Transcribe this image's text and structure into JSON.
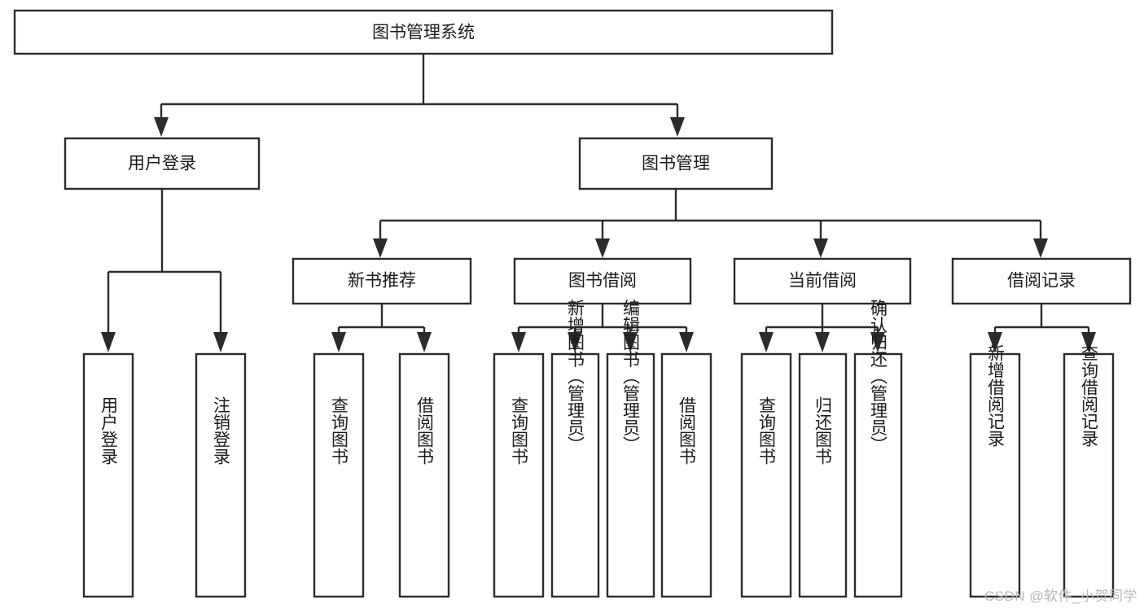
{
  "diagram": {
    "title": "图书管理系统",
    "watermark": "CSDN @软件_小贺同学",
    "colors": {
      "stroke": "#2b2b2b",
      "fill": "#ffffff",
      "text": "#1a1a1a",
      "watermark": "#b9b9b9"
    },
    "levels": {
      "root": {
        "label": "图书管理系统"
      },
      "level2": [
        {
          "label": "用户登录"
        },
        {
          "label": "图书管理"
        }
      ],
      "level3": [
        {
          "label": "新书推荐"
        },
        {
          "label": "图书借阅"
        },
        {
          "label": "当前借阅"
        },
        {
          "label": "借阅记录"
        }
      ],
      "leaves_user_login": [
        {
          "label": "用户登录"
        },
        {
          "label": "注销登录"
        }
      ],
      "leaves_new_book": [
        {
          "label": "查询图书"
        },
        {
          "label": "借阅图书"
        }
      ],
      "leaves_borrow": [
        {
          "label": "查询图书"
        },
        {
          "label": "新增图书（管理员）"
        },
        {
          "label": "编辑图书（管理员）"
        },
        {
          "label": "借阅图书"
        }
      ],
      "leaves_current": [
        {
          "label": "查询图书"
        },
        {
          "label": "归还图书"
        },
        {
          "label": "确认归还（管理员）"
        }
      ],
      "leaves_records": [
        {
          "label": "新增借阅记录"
        },
        {
          "label": "查询借阅记录"
        }
      ]
    }
  }
}
